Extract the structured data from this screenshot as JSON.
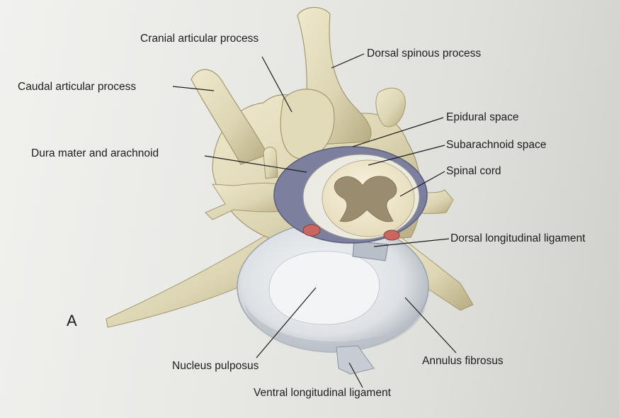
{
  "figure": {
    "letter": "A",
    "labels": {
      "cranial_articular_process": "Cranial articular process",
      "dorsal_spinous_process": "Dorsal spinous process",
      "caudal_articular_process": "Caudal articular process",
      "epidural_space": "Epidural space",
      "subarachnoid_space": "Subarachnoid space",
      "dura_mater_and_arachnoid": "Dura mater and arachnoid",
      "spinal_cord": "Spinal cord",
      "dorsal_longitudinal_ligament": "Dorsal longitudinal ligament",
      "nucleus_pulposus": "Nucleus pulposus",
      "annulus_fibrosus": "Annulus fibrosus",
      "ventral_longitudinal_ligament": "Ventral longitudinal ligament"
    }
  },
  "colors": {
    "bone": "#ddd6b4",
    "bone_shadow": "#b6ab80",
    "disc": "#e8ebee",
    "disc_edge": "#9aa3ac",
    "nucleus": "#f3f5f7",
    "dura": "#7d7f9e",
    "white_matter": "#f1ead2",
    "grey_matter": "#9a8c6e",
    "vessel": "#c8665f",
    "leader_line": "#1d1d1d"
  }
}
